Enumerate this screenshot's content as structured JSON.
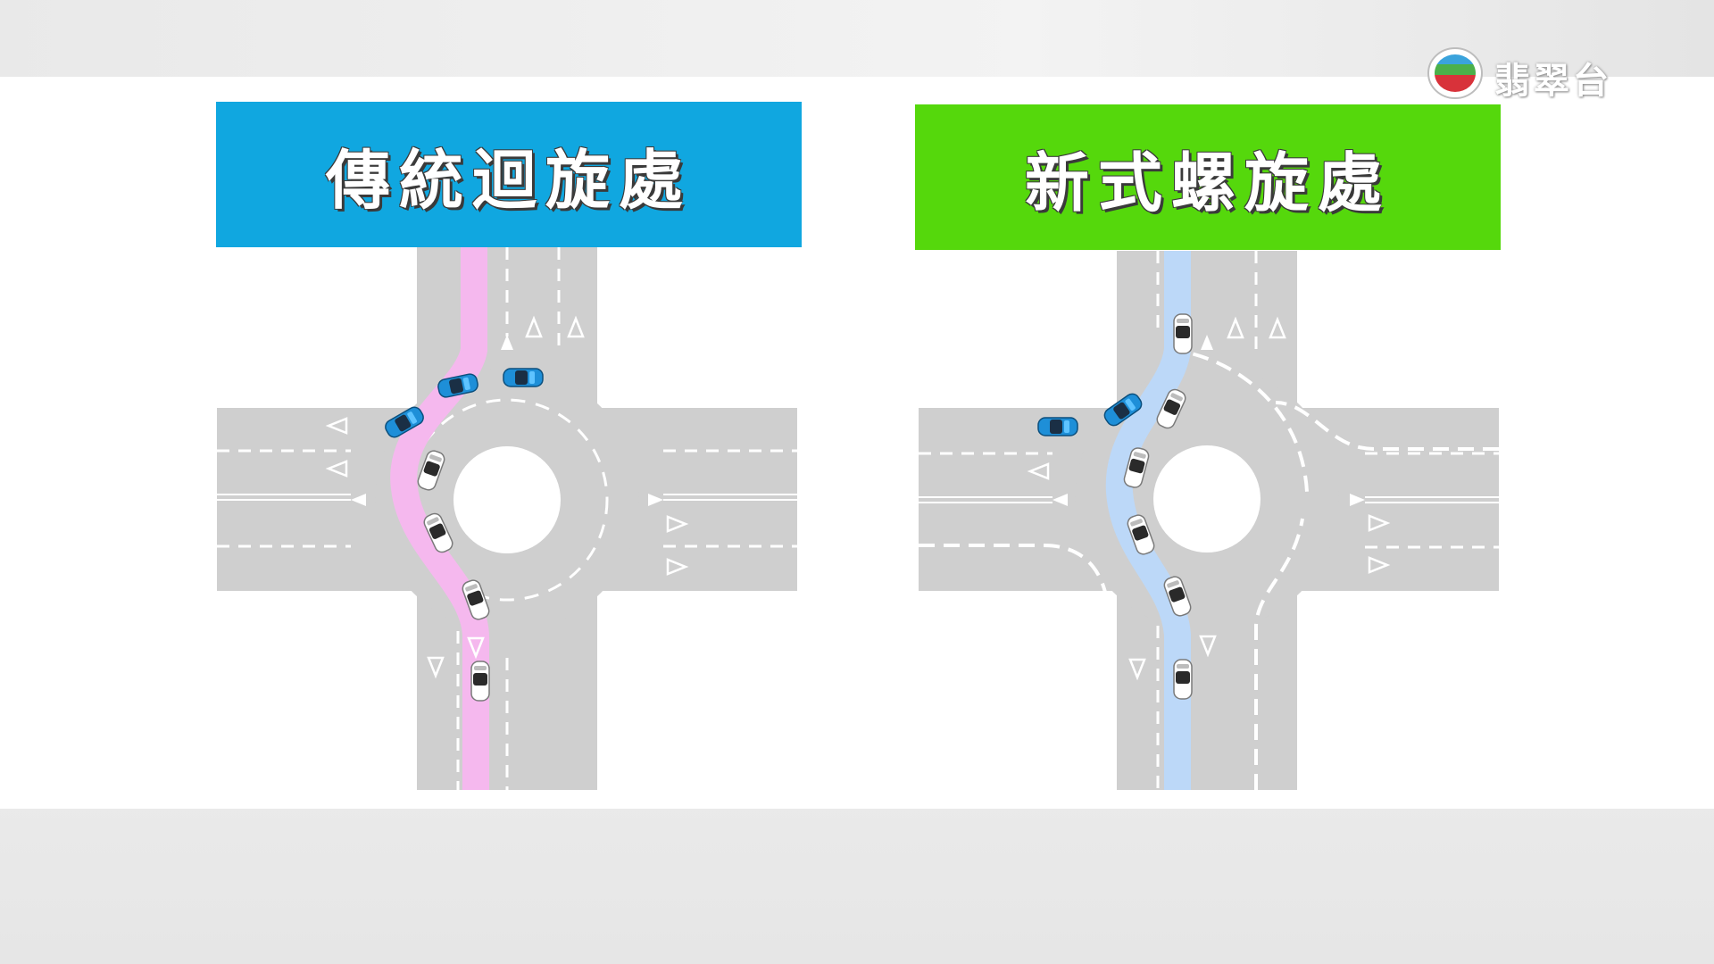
{
  "left_panel": {
    "title": "傳統迴旋處"
  },
  "right_panel": {
    "title": "新式螺旋處"
  },
  "logo": {
    "text": "翡翠台"
  },
  "colors": {
    "left_banner": "#10a7e0",
    "right_banner": "#55d80c",
    "road": "#cfcfcf",
    "left_path": "#f5b8ee",
    "right_path": "#bcd8f8",
    "blue_car": "#1e8fd8",
    "white_car": "#ffffff"
  },
  "icons": [
    "tvb-logo-icon",
    "car-icon",
    "lane-arrow-icon",
    "triangle-marking-icon"
  ]
}
